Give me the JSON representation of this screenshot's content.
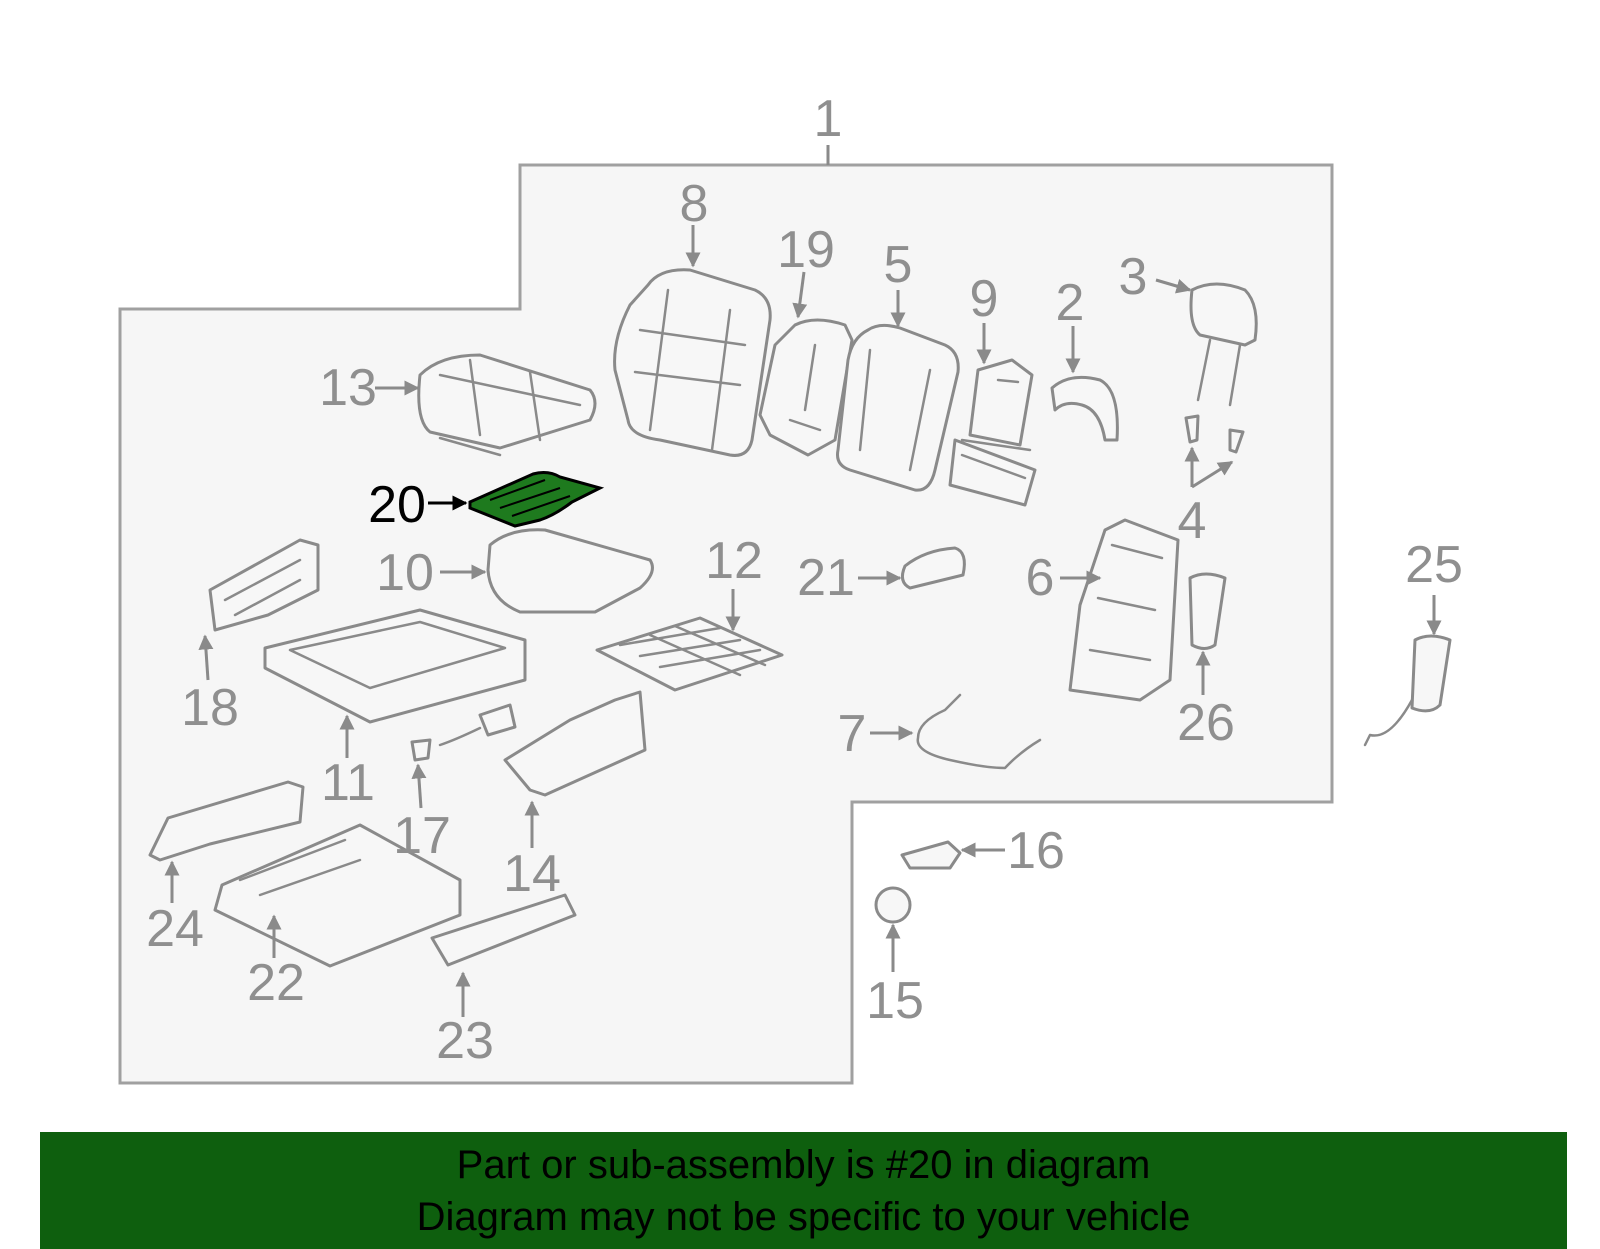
{
  "diagram": {
    "highlight_color": "#1e7a1e",
    "line_color": "#8a8a8a",
    "callouts": [
      "1",
      "2",
      "3",
      "4",
      "5",
      "6",
      "7",
      "8",
      "9",
      "10",
      "11",
      "12",
      "13",
      "14",
      "15",
      "16",
      "17",
      "18",
      "19",
      "20",
      "21",
      "22",
      "23",
      "24",
      "25",
      "26"
    ],
    "highlighted_callout": "20"
  },
  "banner": {
    "line1": "Part or sub-assembly is #20 in diagram",
    "line2": "Diagram may not be specific to your vehicle",
    "background": "#0e5f0e"
  }
}
